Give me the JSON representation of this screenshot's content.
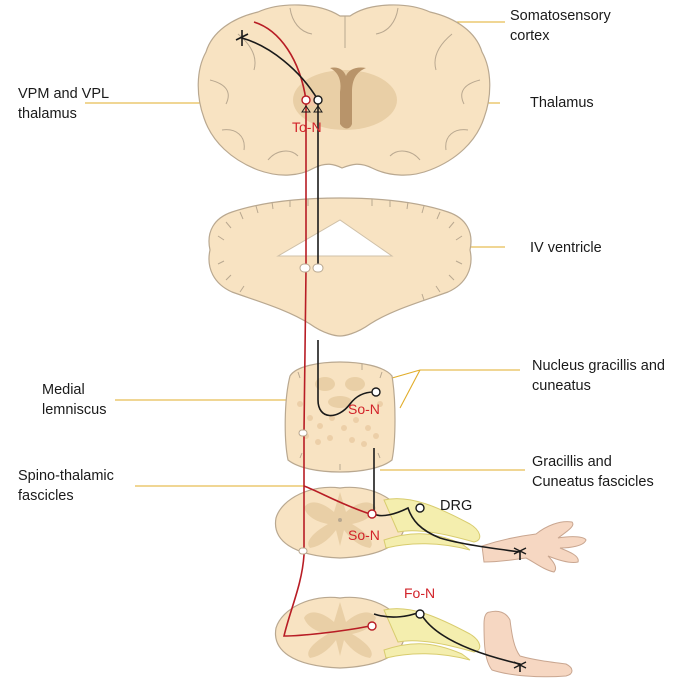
{
  "labels": {
    "somatosensory_cortex": [
      "Somatosensory",
      "cortex"
    ],
    "vpm_vpl_thalamus": [
      "VPM and VPL",
      "thalamus"
    ],
    "thalamus": "Thalamus",
    "iv_ventricle": "IV ventricle",
    "medial_lemniscus": [
      "Medial",
      "lemniscus"
    ],
    "nucleus_gracillis": [
      "Nucleus gracillis and",
      "cuneatus"
    ],
    "spino_thalamic": [
      "Spino-thalamic",
      "fascicles"
    ],
    "gracillis_cuneatus_fascicles": [
      "Gracillis and",
      "Cuneatus fascicles"
    ],
    "drg": "DRG"
  },
  "neuron_labels": {
    "third_order": "To-N",
    "second_order_medulla": "So-N",
    "second_order_cord": "So-N",
    "first_order": "Fo-N"
  },
  "colors": {
    "tissue": "#f8e3c2",
    "gray_matter": "#e9cfa6",
    "spinothalamic_tract": "#b81d25",
    "lemniscal_tract": "#1a1a1a",
    "label_lines": "#e1ad2a",
    "neuron_label": "#d2232a",
    "drg": "#f4eeae"
  }
}
